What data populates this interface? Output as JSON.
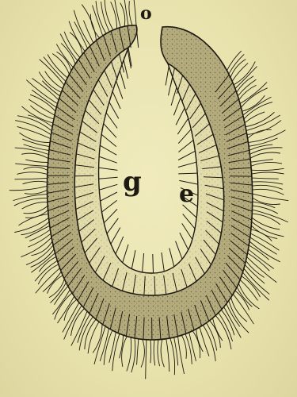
{
  "figure": {
    "labels": {
      "opening": "o",
      "cavity": "g",
      "layer": "e"
    },
    "colors": {
      "background": "#ece7b4",
      "ink": "#1e1a12",
      "cells_outer": "#b3ab7c",
      "cells_inner": "#e2dcaa"
    }
  }
}
